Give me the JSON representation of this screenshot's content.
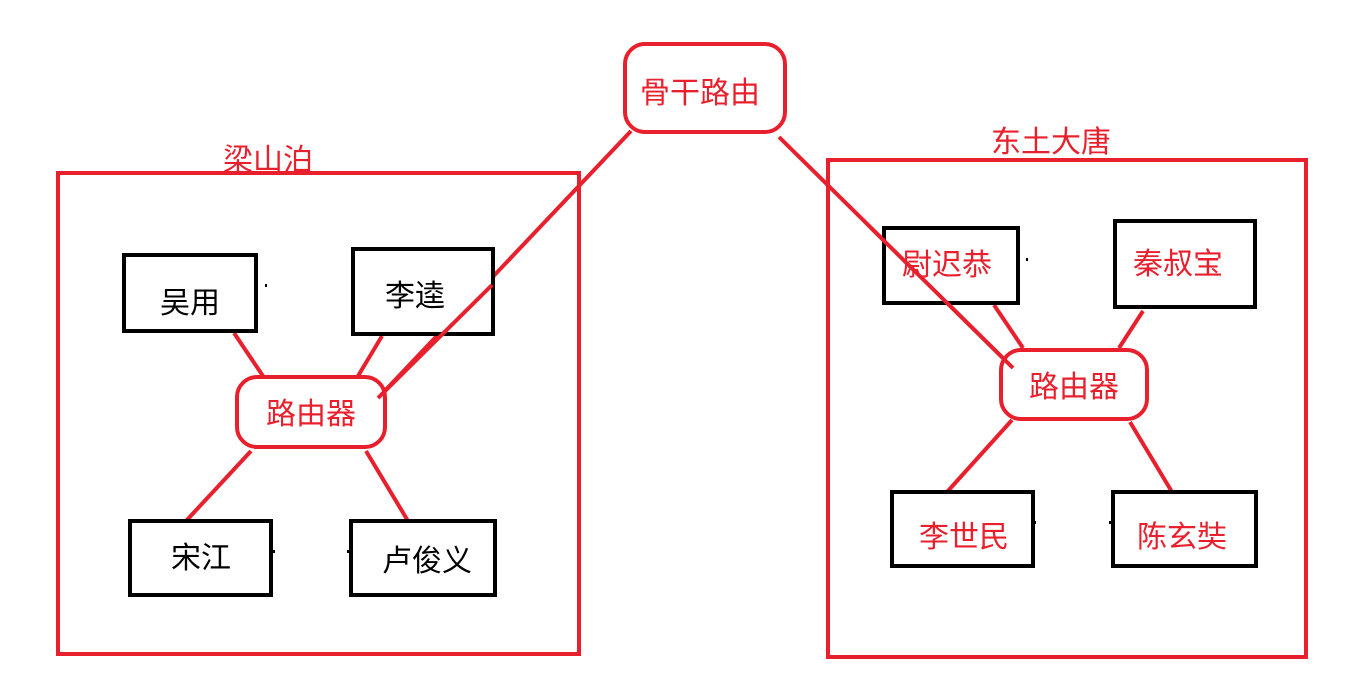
{
  "colors": {
    "red": "#e8202d",
    "black": "#000000",
    "background": "#ffffff"
  },
  "backbone": {
    "label": "骨干路由"
  },
  "regions": {
    "liangshan": {
      "title": "梁山泊",
      "router": "路由器",
      "hosts": {
        "wuyong": "吴用",
        "likui": "李逵",
        "songjiang": "宋江",
        "lujunyi": "卢俊义"
      }
    },
    "tang": {
      "title": "东土大唐",
      "router": "路由器",
      "hosts": {
        "yuchigong": "尉迟恭",
        "qinshubao": "秦叔宝",
        "lishimin": "李世民",
        "chenxuanzang": "陈玄奘"
      }
    }
  }
}
